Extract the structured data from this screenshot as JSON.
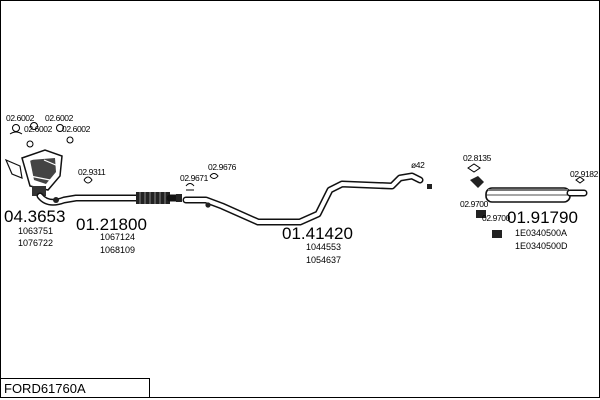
{
  "footer": {
    "code": "FORD61760A"
  },
  "parts": {
    "manifold": {
      "number": "04.3653",
      "refs": [
        "1063751",
        "1076722"
      ]
    },
    "front_pipe": {
      "number": "01.21800",
      "refs": [
        "1067124",
        "1068109"
      ]
    },
    "middle": {
      "number": "01.41420",
      "refs": [
        "1044553",
        "1054637"
      ]
    },
    "rear": {
      "number": "01.91790",
      "refs": [
        "1E0340500A",
        "1E0340500D"
      ]
    }
  },
  "accessories": {
    "a1": "02.6002",
    "a2": "02.6002",
    "a3": "02.6002",
    "a4": "02.6002",
    "a5": "02.9311",
    "a6": "02.9671",
    "a7": "02.9676",
    "a8": "02.8135",
    "a9": "02.9182",
    "a10": "02.9700",
    "a11": "02.9700"
  },
  "dimension": "ø42"
}
